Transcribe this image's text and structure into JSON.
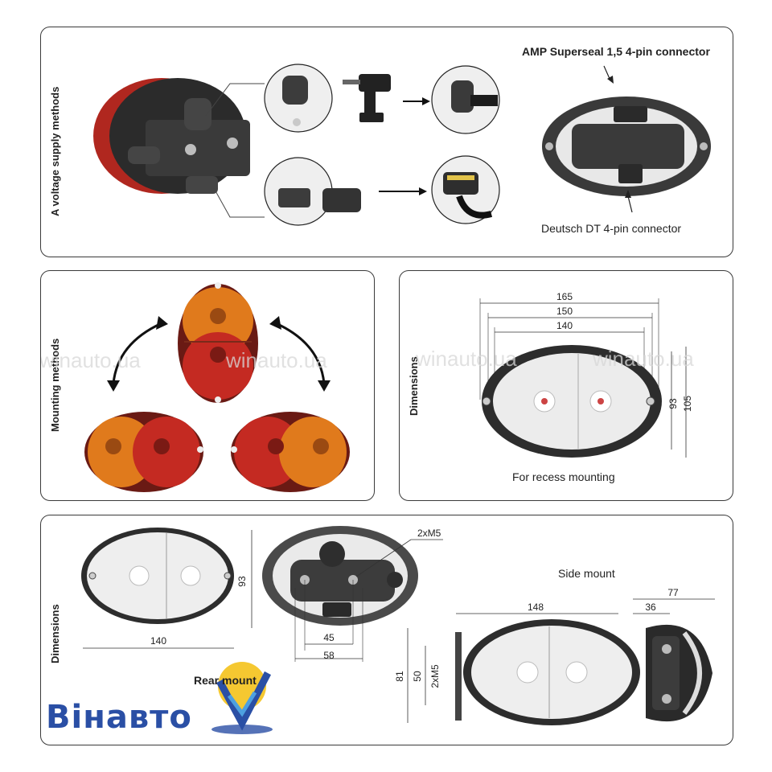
{
  "panels": {
    "supply": {
      "title": "A voltage supply methods",
      "amp_label": "AMP Superseal 1,5 4-pin connector",
      "deutsch_label": "Deutsch DT 4-pin connector"
    },
    "mounting": {
      "title": "Mounting methods"
    },
    "recess": {
      "title": "Dimensions",
      "dims": [
        "165",
        "150",
        "140",
        "93",
        "105"
      ],
      "caption": "For recess mounting"
    },
    "bottom": {
      "title": "Dimensions",
      "rear_dims": {
        "height": "93",
        "width": "140"
      },
      "back_dims": {
        "thread": "2xM5",
        "inner": "45",
        "outer": "58"
      },
      "side_mount_label": "Side mount",
      "side_dims": {
        "width": "148",
        "h81": "81",
        "h50": "50",
        "thread": "2xM5",
        "depth77": "77",
        "depth36": "36"
      },
      "rear_mount_label": "Rear mount"
    }
  },
  "watermark": "winauto.ua",
  "brand": "Вінавто",
  "colors": {
    "amber": "#e07a1c",
    "red": "#c42a22",
    "dark": "#2b2b2b",
    "brand_blue": "#2a4fa5",
    "brand_yellow": "#f4c21b"
  }
}
